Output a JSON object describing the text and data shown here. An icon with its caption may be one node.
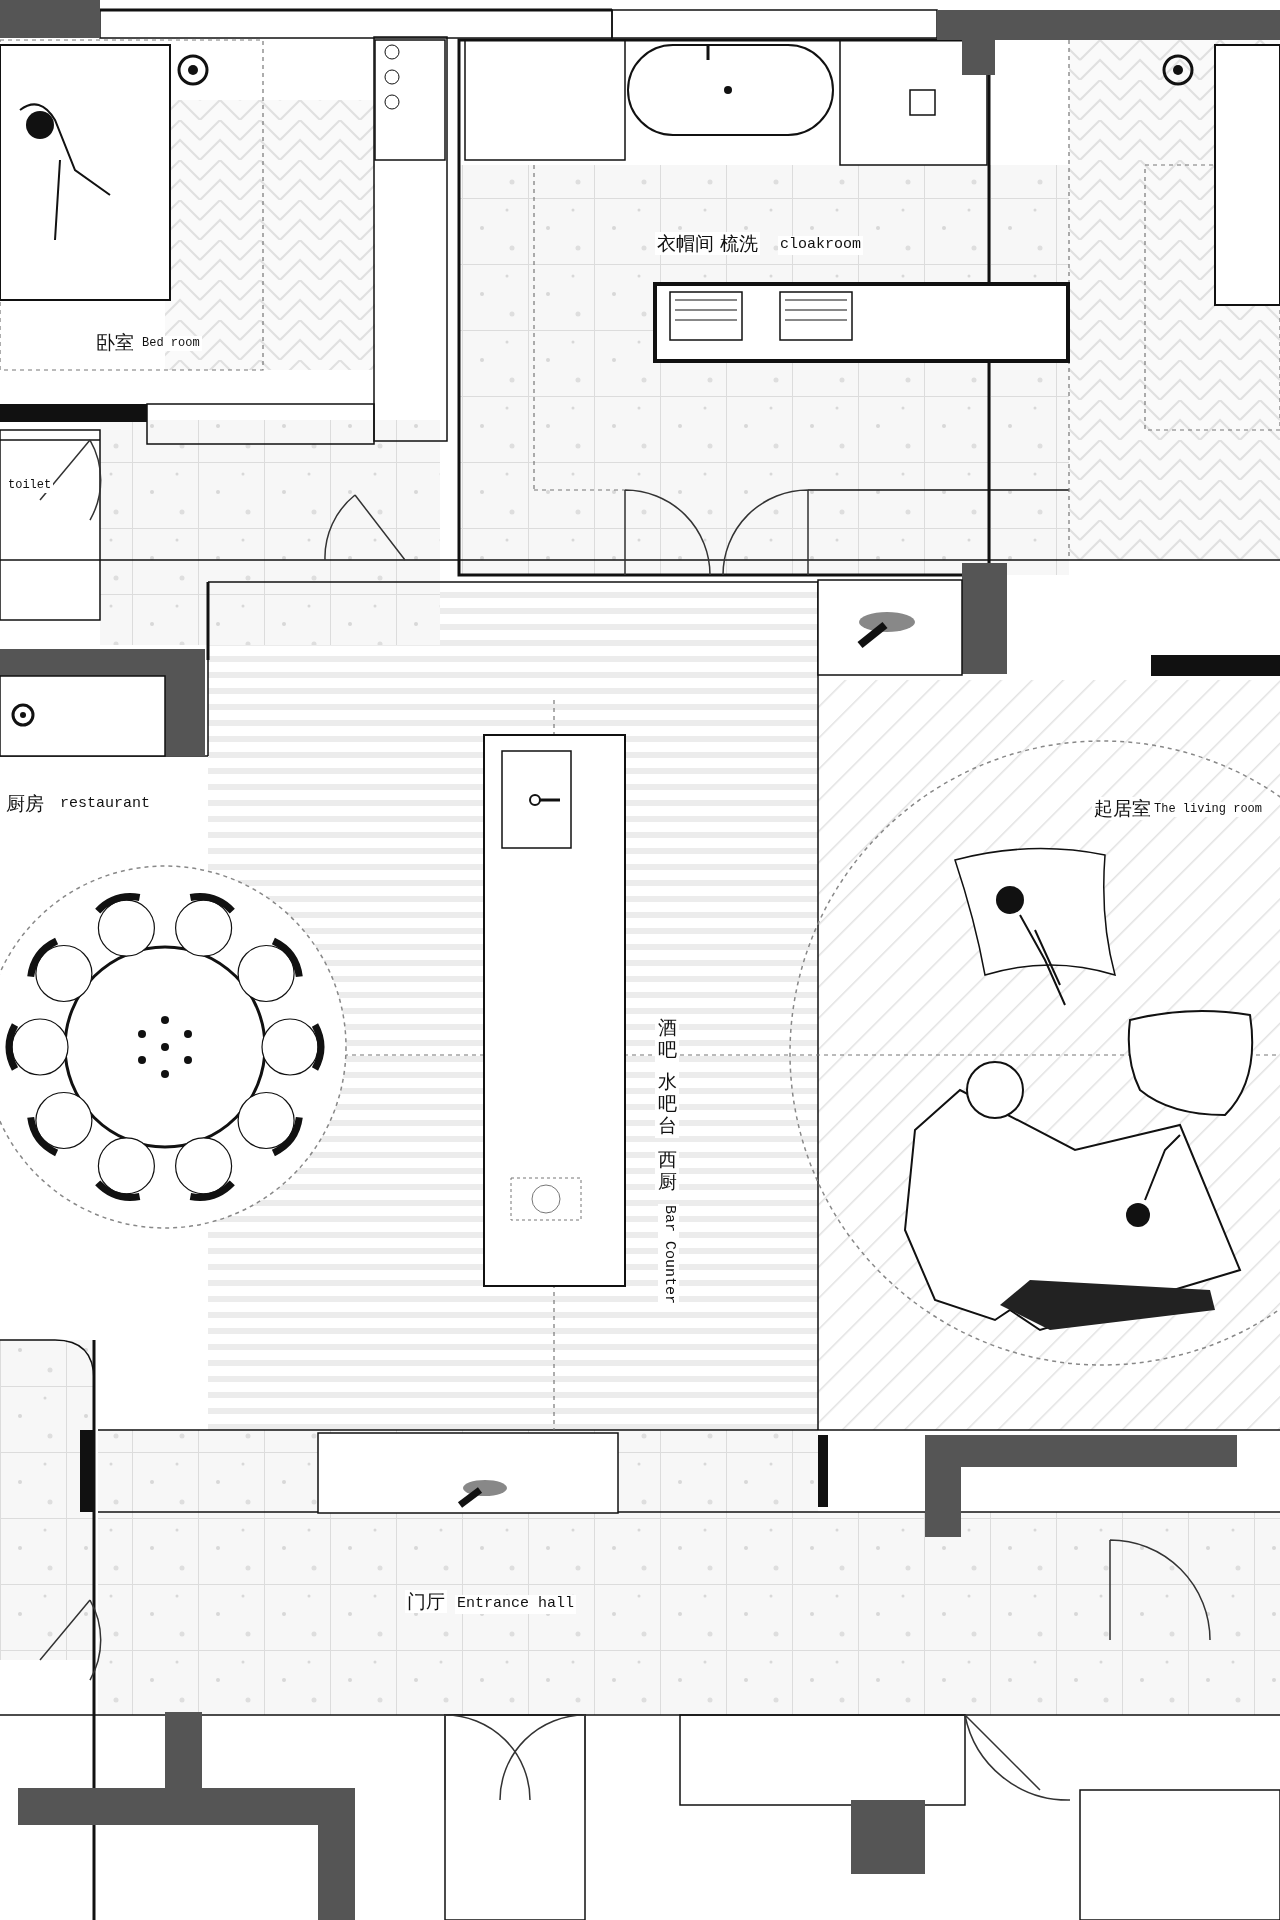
{
  "diagram": {
    "labels": [
      "衣帽间 梳洗",
      "cloakroom",
      "卧室",
      "Bed room",
      "toilet",
      "厨房",
      "restaurant",
      "起居室",
      "The living room",
      "酒吧",
      "水吧台",
      "西厨",
      "Bar Counter",
      "门厅",
      "Entrance hall"
    ]
  }
}
